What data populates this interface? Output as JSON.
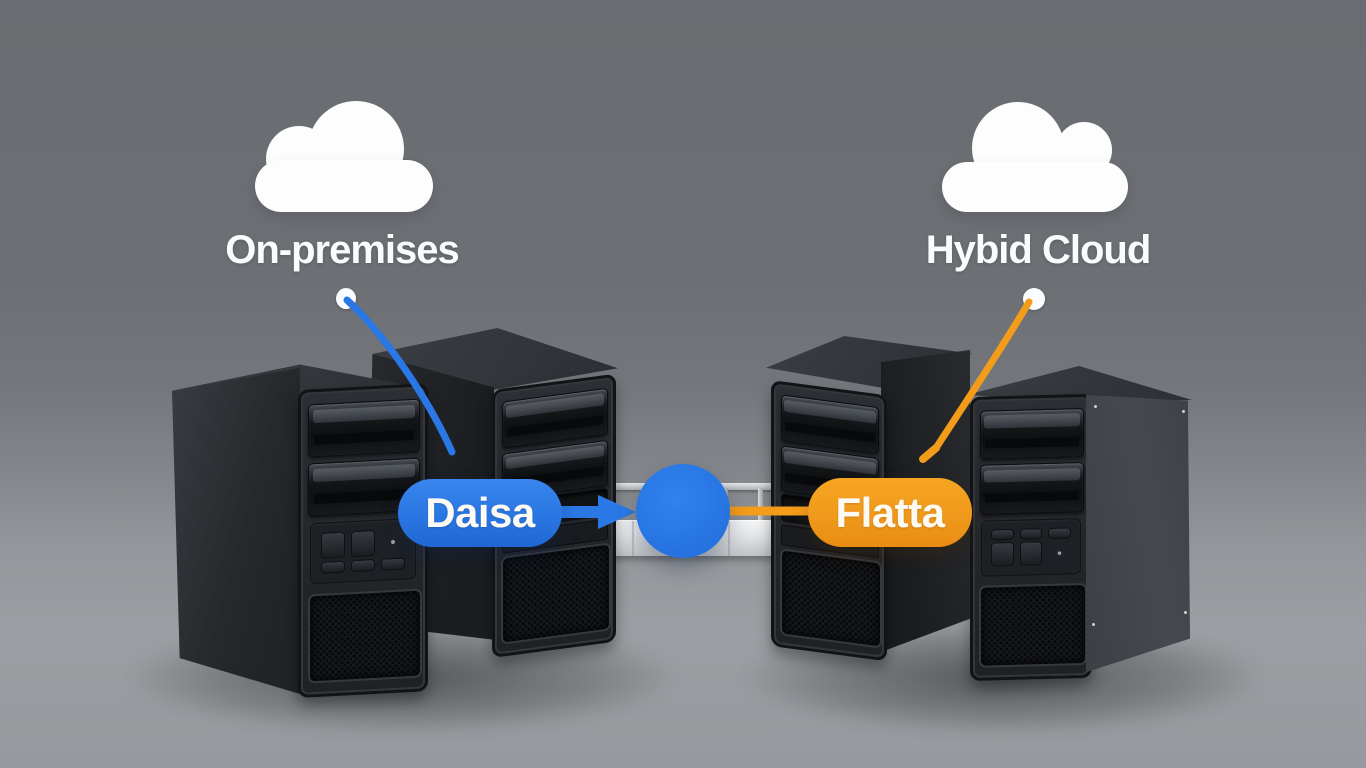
{
  "diagram": {
    "left_group": {
      "icon": "cloud-icon",
      "label": "On-premises",
      "pill_label": "Daisa",
      "pill_color": "#2a76e2",
      "server_count": 2
    },
    "right_group": {
      "icon": "cloud-icon",
      "label": "Hybid Cloud",
      "pill_label": "Flatta",
      "pill_color": "#f0991c",
      "server_count": 2
    },
    "hub": {
      "shape": "circle",
      "color": "#2673e0"
    },
    "connectors": {
      "left_curve_color": "#2a78e6",
      "right_curve_color": "#f39c1a",
      "cloud_color": "#fdfdfe"
    }
  }
}
